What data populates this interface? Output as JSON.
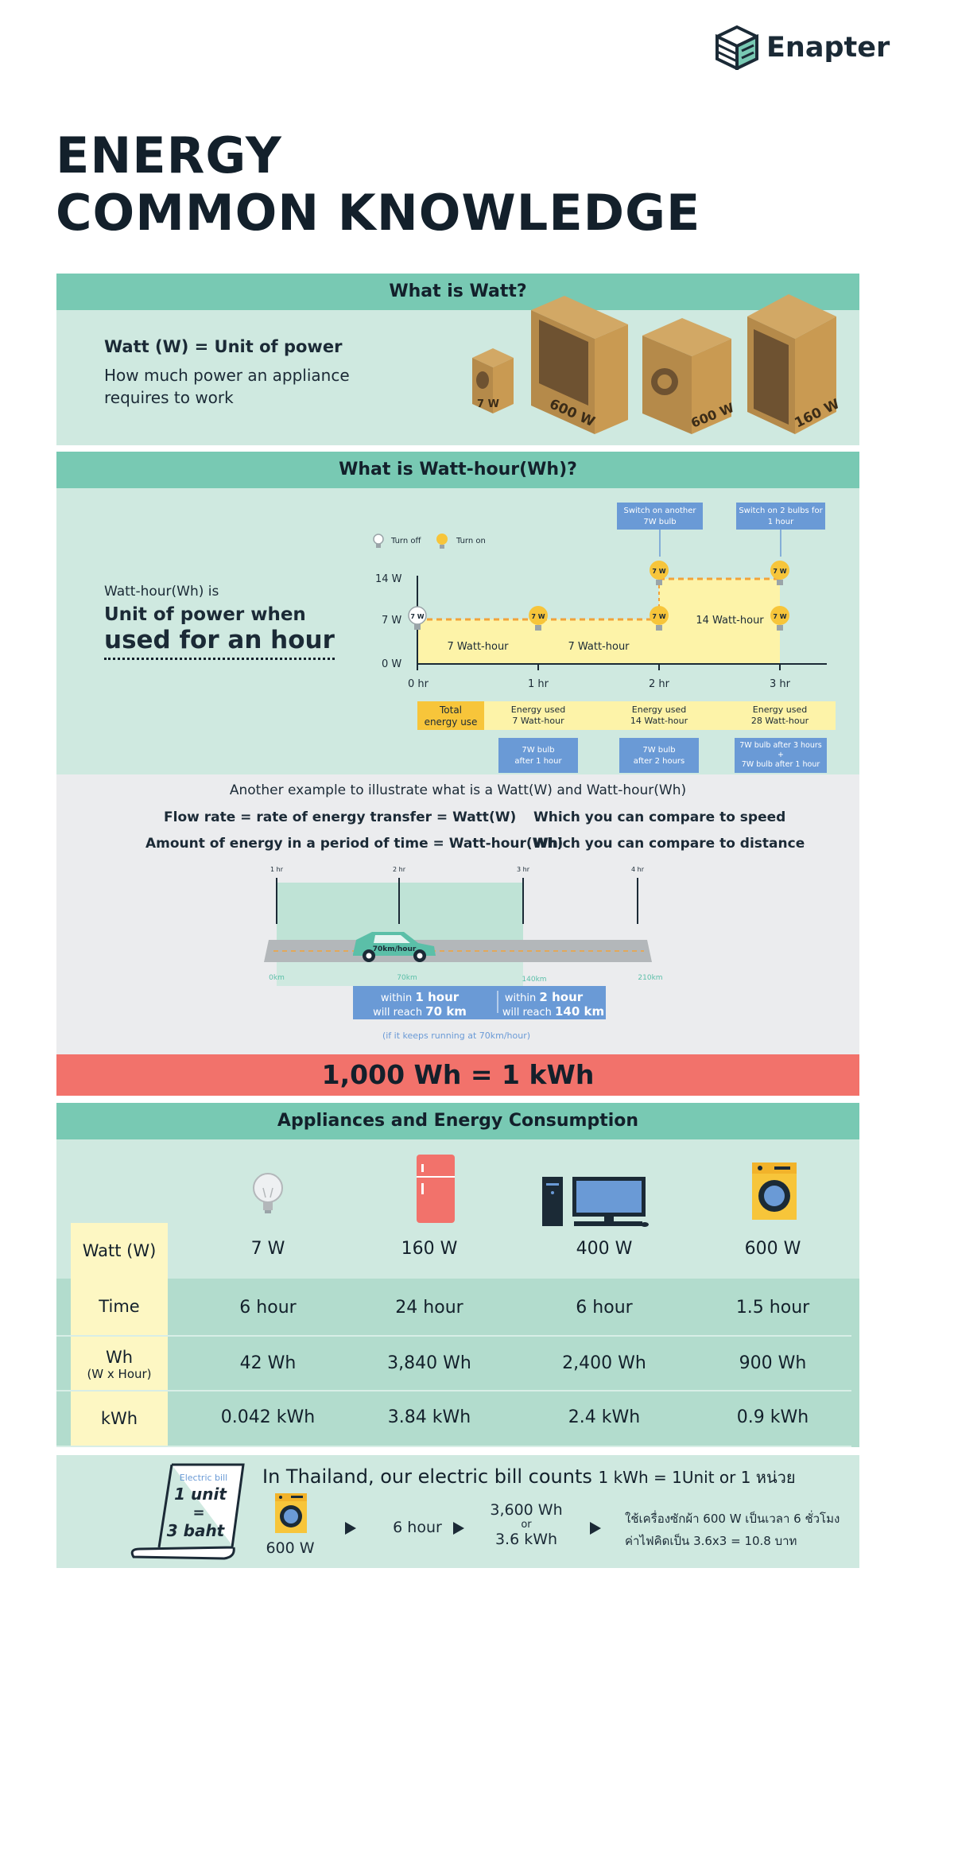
{
  "brand": {
    "name": "Enapter"
  },
  "title": {
    "line1": "ENERGY",
    "line2": "COMMON KNOWLEDGE"
  },
  "watt": {
    "heading": "What is Watt?",
    "definition": "Watt (W) = Unit of power",
    "description": "How much power an appliance requires to work",
    "boxes": [
      "7 W",
      "600 W",
      "600 W",
      "160 W"
    ]
  },
  "watthour": {
    "heading": "What is Watt-hour(Wh)?",
    "line1": "Watt-hour(Wh) is",
    "line2": "Unit of power when",
    "line3": "used for an hour",
    "legend_off": "Turn off",
    "legend_on": "Turn on",
    "y_ticks": [
      "14 W",
      "7 W",
      "0 W"
    ],
    "x_ticks": [
      "0 hr",
      "1 hr",
      "2 hr",
      "3 hr"
    ],
    "bulb_label": "7 W",
    "bulb_label_off": "7 W",
    "area_labels": [
      "7 Watt-hour",
      "7 Watt-hour",
      "14 Watt-hour"
    ],
    "callout_1a": "Switch on another",
    "callout_1b": "7W  bulb",
    "callout_2a": "Switch on 2 bulbs for",
    "callout_2b": "1 hour",
    "total_a": "Total",
    "total_b": "energy use",
    "used": [
      {
        "a": "Energy used",
        "b": "7 Watt-hour"
      },
      {
        "a": "Energy used",
        "b": "14 Watt-hour"
      },
      {
        "a": "Energy used",
        "b": "28 Watt-hour"
      }
    ],
    "notes": [
      {
        "a": "7W bulb",
        "b": "after 1 hour"
      },
      {
        "a": "7W bulb",
        "b": "after 2 hours"
      },
      {
        "a": "7W bulb after 3 hours",
        "b": "+",
        "c": "7W bulb after 1 hour"
      }
    ]
  },
  "example": {
    "title": "Another example to illustrate what is a Watt(W) and Watt-hour(Wh)",
    "row1_left": "Flow rate = rate of energy transfer =  Watt(W)",
    "row1_right": "Which you can compare to speed",
    "row2_left": "Amount of energy in a period of time = Watt-hour(Wh)",
    "row2_right": "Which you can compare to distance",
    "hours": [
      "1 hr",
      "2 hr",
      "3 hr",
      "4 hr"
    ],
    "distances": [
      "0km",
      "70km",
      "140km",
      "210km"
    ],
    "car_label": "70km/hour",
    "box1_a": "within ",
    "box1_b": "1 hour",
    "box1_c": "will reach ",
    "box1_d": "70 km",
    "box2_a": "within ",
    "box2_b": "2 hour",
    "box2_c": "will reach ",
    "box2_d": "140 km",
    "note": "(if it keeps running at 70km/hour)"
  },
  "conversion": "1,000 Wh = 1 kWh",
  "appliances": {
    "heading": "Appliances and Energy Consumption",
    "row_labels": {
      "watt": "Watt (W)",
      "time": "Time",
      "wh": "Wh",
      "wh_sub": "(W x Hour)",
      "kwh": "kWh"
    },
    "items": [
      {
        "name": "bulb",
        "watt": "7 W",
        "time": "6 hour",
        "wh": "42 Wh",
        "kwh": "0.042 kWh"
      },
      {
        "name": "fridge",
        "watt": "160 W",
        "time": "24 hour",
        "wh": "3,840 Wh",
        "kwh": "3.84 kWh"
      },
      {
        "name": "computer",
        "watt": "400 W",
        "time": "6 hour",
        "wh": "2,400 Wh",
        "kwh": "2.4 kWh"
      },
      {
        "name": "washer",
        "watt": "600 W",
        "time": "1.5 hour",
        "wh": "900 Wh",
        "kwh": "0.9 kWh"
      }
    ]
  },
  "bill": {
    "paper_title": "Electric bill",
    "paper_l1": "1 unit",
    "paper_l2": "=",
    "paper_l3": "3 baht",
    "headline_a": "In Thailand, our electric bill counts ",
    "headline_b": "1 kWh = 1Unit or 1 หน่วย",
    "washer": "600 W",
    "time": "6 hour",
    "result_a": "3,600 Wh",
    "result_or": "or",
    "result_b": "3.6 kWh",
    "thai_1": "ใช้เครื่องซักผ้า 600 W เป็นเวลา 6 ชั่วโมง",
    "thai_2": "ค่าไฟคิดเป็น 3.6x3 = 10.8 บาท"
  },
  "colors": {
    "teal": "#78c9b3",
    "mint": "#cfe9e0",
    "coral": "#f2726b",
    "yellow": "#fdf7c3",
    "blue": "#6a9ad6",
    "bulb": "#f7c53a",
    "box": "#b58a4a"
  }
}
